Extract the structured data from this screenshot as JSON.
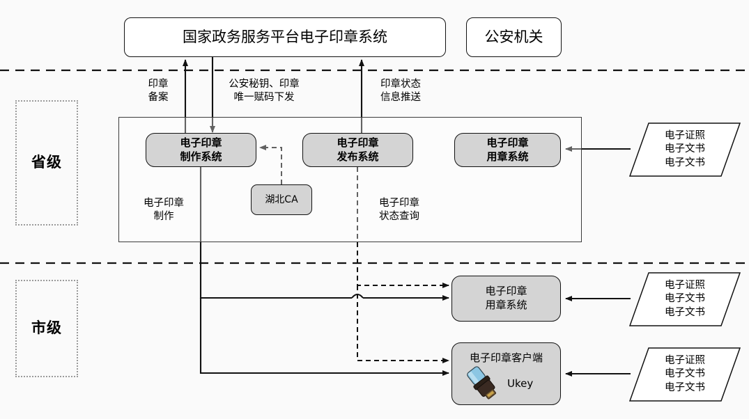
{
  "diagram": {
    "title_nodes": {
      "national_platform": "国家政务服务平台电子印章系统",
      "public_security": "公安机关"
    },
    "levels": {
      "province": "省级",
      "city": "市级"
    },
    "province_systems": [
      {
        "id": "make",
        "label": "电子印章\n制作系统"
      },
      {
        "id": "publish",
        "label": "电子印章\n发布系统"
      },
      {
        "id": "use",
        "label": "电子印章\n用章系统"
      }
    ],
    "ca": {
      "label": "湖北CA"
    },
    "city_systems": [
      {
        "id": "city-use",
        "label": "电子印章\n用章系统"
      },
      {
        "id": "client",
        "label": "电子印章客户端",
        "device": "Ukey"
      }
    ],
    "documents": [
      {
        "id": "doc-province",
        "label": "电子证照\n电子文书\n电子文书"
      },
      {
        "id": "doc-city-use",
        "label": "电子证照\n电子文书\n电子文书"
      },
      {
        "id": "doc-client",
        "label": "电子证照\n电子文书\n电子文书"
      }
    ],
    "flow_labels": [
      {
        "id": "seal-record",
        "label": "印章\n备案"
      },
      {
        "id": "key-issue",
        "label": "公安秘钥、印章\n唯一赋码下发"
      },
      {
        "id": "status-push",
        "label": "印章状态\n信息推送"
      },
      {
        "id": "seal-make",
        "label": "电子印章\n制作"
      },
      {
        "id": "seal-status-query",
        "label": "电子印章\n状态查询"
      }
    ],
    "colors": {
      "node_fill": "#d4d4d4",
      "stroke": "#111111",
      "background": "#fafafa",
      "level_border": "#9a9a9a",
      "ukey_cap": "#8cc6e3",
      "ukey_body": "#3a2a22"
    }
  }
}
